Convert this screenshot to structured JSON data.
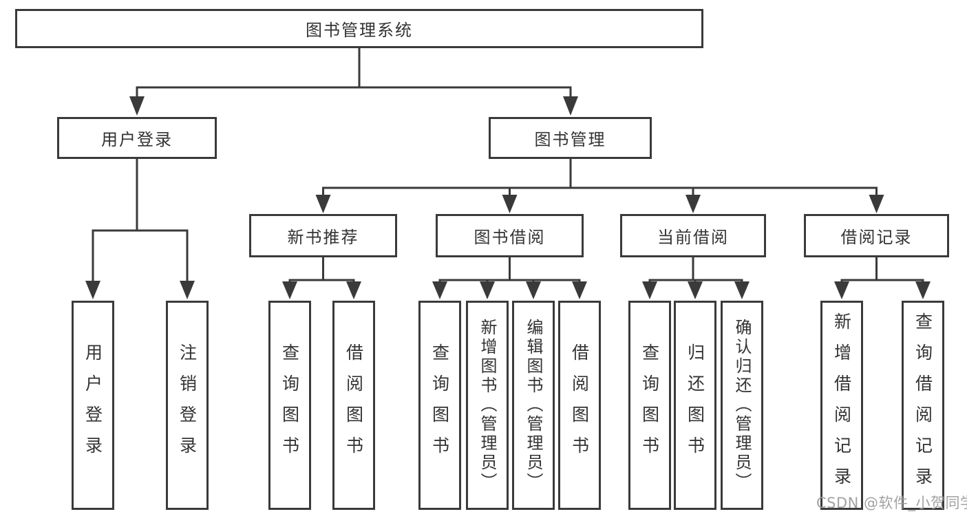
{
  "colors": {
    "background": "#ffffff",
    "line": "#3a3a3a",
    "box_border": "#3a3a3a",
    "box_fill": "#ffffff",
    "text": "#333333",
    "watermark_text": "#9b9b9b"
  },
  "diagram": {
    "root": {
      "label": "图书管理系统"
    },
    "level2": [
      {
        "label": "用户登录"
      },
      {
        "label": "图书管理"
      }
    ],
    "level3": [
      {
        "label": "新书推荐",
        "parent": "图书管理"
      },
      {
        "label": "图书借阅",
        "parent": "图书管理"
      },
      {
        "label": "当前借阅",
        "parent": "图书管理"
      },
      {
        "label": "借阅记录",
        "parent": "图书管理"
      }
    ],
    "leaves": [
      {
        "label": "用户登录",
        "parent": "用户登录"
      },
      {
        "label": "注销登录",
        "parent": "用户登录"
      },
      {
        "label": "查询图书",
        "parent": "新书推荐"
      },
      {
        "label": "借阅图书",
        "parent": "新书推荐"
      },
      {
        "label": "查询图书",
        "parent": "图书借阅"
      },
      {
        "label": "新增图书（管理员）",
        "parent": "图书借阅"
      },
      {
        "label": "编辑图书（管理员）",
        "parent": "图书借阅"
      },
      {
        "label": "借阅图书",
        "parent": "图书借阅"
      },
      {
        "label": "查询图书",
        "parent": "当前借阅"
      },
      {
        "label": "归还图书",
        "parent": "当前借阅"
      },
      {
        "label": "确认归还（管理员）",
        "parent": "当前借阅"
      },
      {
        "label": "新增借阅记录",
        "parent": "借阅记录"
      },
      {
        "label": "查询借阅记录",
        "parent": "借阅记录"
      }
    ]
  },
  "watermark": {
    "text": "CSDN @软件_小贺同学"
  }
}
